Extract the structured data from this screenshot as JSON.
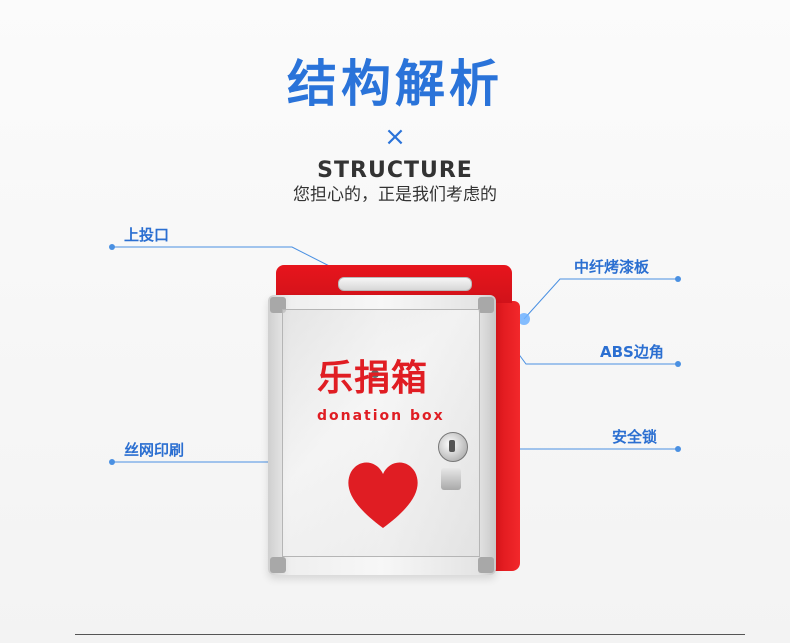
{
  "header": {
    "title": "结构解析",
    "cross": "×",
    "structure": "STRUCTURE",
    "subtitle": "您担心的，正是我们考虑的"
  },
  "labels": {
    "top_slot": "上投口",
    "fiber_panel": "中纤烤漆板",
    "abs_corner": "ABS边角",
    "silk_print": "丝网印刷",
    "safety_lock": "安全锁"
  },
  "product": {
    "brand_cn": "乐捐箱",
    "brand_en": "donation box"
  },
  "colors": {
    "accent": "#2a73d9",
    "product_red": "#e01d23"
  }
}
